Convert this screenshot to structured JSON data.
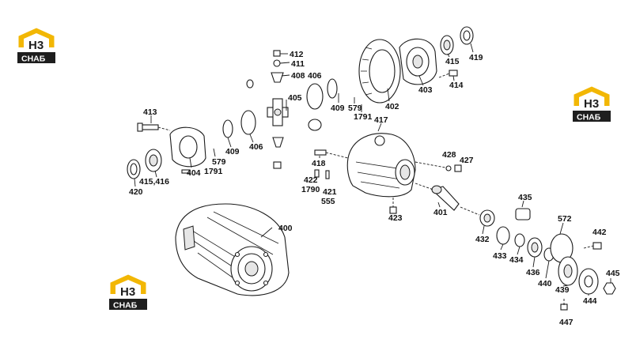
{
  "brand": {
    "logo_letters": "H3",
    "logo_word": "СНАБ",
    "colors": {
      "gold": "#f2b705",
      "dark": "#1e1e1e",
      "light": "#ffffff"
    }
  },
  "callouts": [
    {
      "id": "c412",
      "label": "412"
    },
    {
      "id": "c411",
      "label": "411"
    },
    {
      "id": "c408",
      "label": "408"
    },
    {
      "id": "c406a",
      "label": "406"
    },
    {
      "id": "c405",
      "label": "405"
    },
    {
      "id": "c409a",
      "label": "409"
    },
    {
      "id": "c579a",
      "label": "579"
    },
    {
      "id": "c1791a",
      "label": "1791"
    },
    {
      "id": "c402",
      "label": "402"
    },
    {
      "id": "c403",
      "label": "403"
    },
    {
      "id": "c415",
      "label": "415"
    },
    {
      "id": "c419",
      "label": "419"
    },
    {
      "id": "c414",
      "label": "414"
    },
    {
      "id": "c413",
      "label": "413"
    },
    {
      "id": "c409b",
      "label": "409"
    },
    {
      "id": "c406b",
      "label": "406"
    },
    {
      "id": "c579b",
      "label": "579"
    },
    {
      "id": "c1791b",
      "label": "1791"
    },
    {
      "id": "c404",
      "label": "404"
    },
    {
      "id": "c415416",
      "label": "415,416"
    },
    {
      "id": "c420",
      "label": "420"
    },
    {
      "id": "c417",
      "label": "417"
    },
    {
      "id": "c418",
      "label": "418"
    },
    {
      "id": "c422",
      "label": "422"
    },
    {
      "id": "c1790",
      "label": "1790"
    },
    {
      "id": "c421",
      "label": "421"
    },
    {
      "id": "c555",
      "label": "555"
    },
    {
      "id": "c428",
      "label": "428"
    },
    {
      "id": "c427",
      "label": "427"
    },
    {
      "id": "c423",
      "label": "423"
    },
    {
      "id": "c401",
      "label": "401"
    },
    {
      "id": "c435",
      "label": "435"
    },
    {
      "id": "c572",
      "label": "572"
    },
    {
      "id": "c442",
      "label": "442"
    },
    {
      "id": "c432",
      "label": "432"
    },
    {
      "id": "c433",
      "label": "433"
    },
    {
      "id": "c434",
      "label": "434"
    },
    {
      "id": "c436",
      "label": "436"
    },
    {
      "id": "c440",
      "label": "440"
    },
    {
      "id": "c439",
      "label": "439"
    },
    {
      "id": "c445",
      "label": "445"
    },
    {
      "id": "c444",
      "label": "444"
    },
    {
      "id": "c447",
      "label": "447"
    },
    {
      "id": "c400",
      "label": "400"
    }
  ]
}
